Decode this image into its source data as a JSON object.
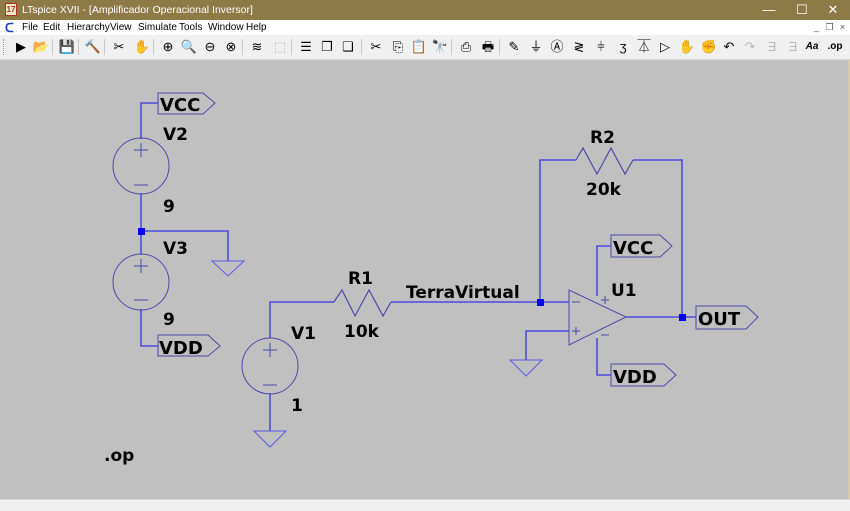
{
  "window": {
    "title": "LTspice XVII - [Amplificador Operacional Inversor]",
    "app_icon_glyph": "17",
    "controls": {
      "minimize": "—",
      "maximize": "☐",
      "close": "✕"
    }
  },
  "menu": {
    "items": [
      {
        "label": "File"
      },
      {
        "label": "Edit"
      },
      {
        "label": "Hierarchy"
      },
      {
        "label": "View"
      },
      {
        "label": "Simulate"
      },
      {
        "label": "Tools"
      },
      {
        "label": "Window"
      },
      {
        "label": "Help"
      }
    ],
    "mdi_controls": {
      "minimize": "_",
      "restore": "❐",
      "close": "×"
    }
  },
  "toolbar": {
    "buttons": [
      {
        "name": "run-icon",
        "glyph": "▶"
      },
      {
        "name": "open-icon",
        "glyph": "📂"
      },
      {
        "name": "save-icon",
        "glyph": "💾"
      },
      {
        "name": "control-panel-icon",
        "glyph": "🔨"
      },
      {
        "name": "halt-icon",
        "glyph": "✂"
      },
      {
        "name": "pan-icon",
        "glyph": "✋"
      },
      {
        "name": "zoom-in-icon",
        "glyph": "⊕"
      },
      {
        "name": "zoom-area-icon",
        "glyph": "🔍"
      },
      {
        "name": "zoom-out-icon",
        "glyph": "⊖"
      },
      {
        "name": "zoom-fit-icon",
        "glyph": "⊗"
      },
      {
        "name": "autorange-icon",
        "glyph": "≋"
      },
      {
        "name": "delete-trace-icon",
        "glyph": "⬚"
      },
      {
        "name": "tile-horizontal-icon",
        "glyph": "☰"
      },
      {
        "name": "cascade-icon",
        "glyph": "❐"
      },
      {
        "name": "close-windows-icon",
        "glyph": "❏"
      },
      {
        "name": "cut-icon",
        "glyph": "✂"
      },
      {
        "name": "copy-icon",
        "glyph": "⎘"
      },
      {
        "name": "paste-icon",
        "glyph": "📋"
      },
      {
        "name": "find-icon",
        "glyph": "🔭"
      },
      {
        "name": "print-preview-icon",
        "glyph": "⎙"
      },
      {
        "name": "print-icon",
        "glyph": "🖶"
      },
      {
        "name": "draw-wire-icon",
        "glyph": "✎"
      },
      {
        "name": "ground-icon",
        "glyph": "⏚"
      },
      {
        "name": "label-net-icon",
        "glyph": "Ⓐ"
      },
      {
        "name": "resistor-icon",
        "glyph": "≷"
      },
      {
        "name": "capacitor-icon",
        "glyph": "⫩"
      },
      {
        "name": "inductor-icon",
        "glyph": "ʒ"
      },
      {
        "name": "diode-icon",
        "glyph": "⏄"
      },
      {
        "name": "component-icon",
        "glyph": "▷"
      },
      {
        "name": "move-icon",
        "glyph": "✋"
      },
      {
        "name": "drag-icon",
        "glyph": "✊"
      },
      {
        "name": "undo-icon",
        "glyph": "↶"
      },
      {
        "name": "redo-icon",
        "glyph": "↷"
      },
      {
        "name": "rotate-icon",
        "glyph": "Ǝ"
      },
      {
        "name": "mirror-icon",
        "glyph": "Ǝ"
      },
      {
        "name": "text-icon",
        "glyph": "Aa"
      },
      {
        "name": "spice-directive-icon",
        "glyph": ".op"
      }
    ]
  },
  "schematic": {
    "components": [
      {
        "ref": "V2",
        "value": "9",
        "type": "voltage-source"
      },
      {
        "ref": "V3",
        "value": "9",
        "type": "voltage-source"
      },
      {
        "ref": "V1",
        "value": "1",
        "type": "voltage-source"
      },
      {
        "ref": "R1",
        "value": "10k",
        "type": "resistor"
      },
      {
        "ref": "R2",
        "value": "20k",
        "type": "resistor"
      },
      {
        "ref": "U1",
        "value": "",
        "type": "opamp"
      }
    ],
    "net_labels": {
      "vcc_top": "VCC",
      "vdd_left": "VDD",
      "vcc_opamp": "VCC",
      "vdd_opamp": "VDD",
      "out": "OUT",
      "virtual_ground": "TerraVirtual"
    },
    "directive": ".op",
    "colors": {
      "wire": "#3434e6",
      "background": "#c0c0c0",
      "junction": "#0000ff",
      "symbol": "#4a4aa8"
    }
  }
}
